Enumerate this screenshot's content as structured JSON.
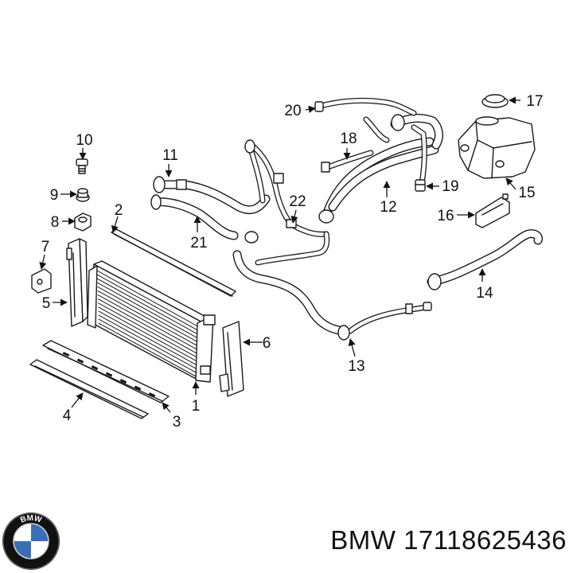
{
  "brand": {
    "logo_text": "BMW",
    "logo_colors": {
      "ring": "#111111",
      "blue": "#3b6fb5",
      "white": "#ffffff"
    }
  },
  "footer": {
    "part_label": "BMW 17118625436"
  },
  "callouts": [
    {
      "id": "1",
      "text": "1"
    },
    {
      "id": "2",
      "text": "2"
    },
    {
      "id": "3",
      "text": "3"
    },
    {
      "id": "4",
      "text": "4"
    },
    {
      "id": "5",
      "text": "5"
    },
    {
      "id": "6",
      "text": "6"
    },
    {
      "id": "7",
      "text": "7"
    },
    {
      "id": "8",
      "text": "8"
    },
    {
      "id": "9",
      "text": "9"
    },
    {
      "id": "10",
      "text": "10"
    },
    {
      "id": "11",
      "text": "11"
    },
    {
      "id": "12",
      "text": "12"
    },
    {
      "id": "13",
      "text": "13"
    },
    {
      "id": "14",
      "text": "14"
    },
    {
      "id": "15",
      "text": "15"
    },
    {
      "id": "16",
      "text": "16"
    },
    {
      "id": "17",
      "text": "17"
    },
    {
      "id": "18",
      "text": "18"
    },
    {
      "id": "19",
      "text": "19"
    },
    {
      "id": "20",
      "text": "20"
    },
    {
      "id": "21",
      "text": "21"
    },
    {
      "id": "22",
      "text": "22"
    }
  ]
}
